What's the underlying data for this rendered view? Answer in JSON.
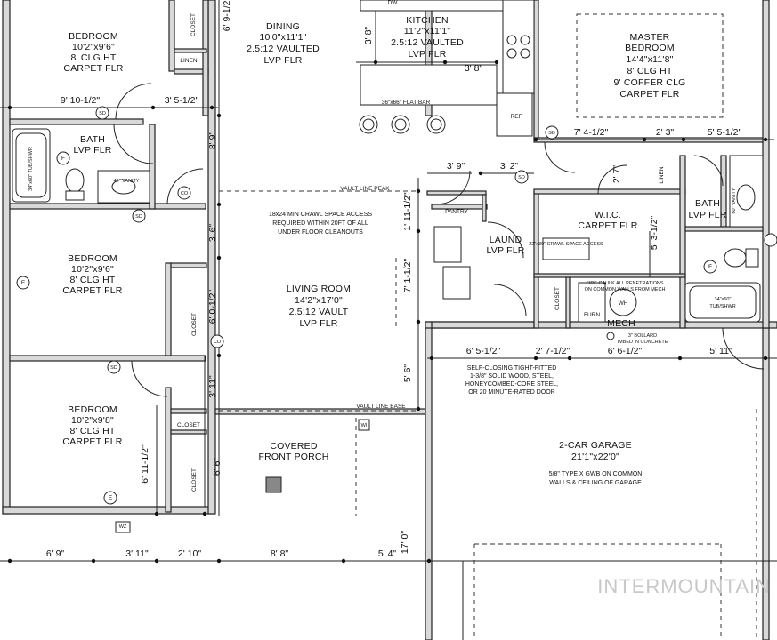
{
  "rooms": {
    "bedroom1": {
      "name": "BEDROOM",
      "size": "10'2\"x9'6\"",
      "line2": "8' CLG HT",
      "floor": "CARPET FLR"
    },
    "bedroom2": {
      "name": "BEDROOM",
      "size": "10'2\"x9'6\"",
      "line2": "8' CLG HT",
      "floor": "CARPET FLR"
    },
    "bedroom3": {
      "name": "BEDROOM",
      "size": "10'2\"x9'8\"",
      "line2": "8' CLG HT",
      "floor": "CARPET FLR"
    },
    "dining": {
      "name": "DINING",
      "size": "10'0\"x11'1\"",
      "line2": "2.5:12 VAULTED",
      "floor": "LVP FLR"
    },
    "kitchen": {
      "name": "KITCHEN",
      "size": "11'2\"x11'1\"",
      "line2": "2.5:12 VAULTED",
      "floor": "LVP FLR"
    },
    "master": {
      "name": "MASTER",
      "name2": "BEDROOM",
      "size": "14'4\"x11'8\"",
      "line2": "8' CLG HT",
      "line3": "9' COFFER CLG",
      "floor": "CARPET FLR"
    },
    "bath1": {
      "name": "BATH",
      "floor": "LVP FLR"
    },
    "bath2": {
      "name": "BATH",
      "floor": "LVP FLR"
    },
    "wic": {
      "name": "W.I.C.",
      "floor": "CARPET FLR"
    },
    "laund": {
      "name": "LAUND",
      "floor": "LVP FLR"
    },
    "living": {
      "name": "LIVING ROOM",
      "size": "14'2\"x17'0\"",
      "line2": "2.5:12 VAULT",
      "floor": "LVP FLR"
    },
    "porch": {
      "name": "COVERED",
      "name2": "FRONT PORCH"
    },
    "garage": {
      "name": "2-CAR GARAGE",
      "size": "21'1\"x22'0\"",
      "note1": "5/8\" TYPE X GWB ON COMMON",
      "note2": "WALLS & CEILING OF GARAGE"
    },
    "mech": {
      "name": "MECH"
    },
    "pantry": {
      "name": "PANTRY"
    }
  },
  "labels": {
    "closet": "CLOSET",
    "linen": "LINEN",
    "ref": "REF",
    "dw": "DW",
    "flat_bar": "36\"x66\" FLAT BAR",
    "vault_peak": "VAULT LINE PEAK",
    "vault_base": "VAULT LINE BASE",
    "crawl1": "18x24 MIN CRAWL SPACE ACCESS",
    "crawl2": "REQUIRED WITHIN 20FT OF ALL",
    "crawl3": "UNDER FLOOR CLEANOUTS",
    "door_note1": "SELF-CLOSING TIGHT-FITTED",
    "door_note2": "1-3/8\" SOLID WOOD, STEEL,",
    "door_note3": "HONEYCOMBED-CORE STEEL,",
    "door_note4": "OR 20 MINUTE-RATED DOOR",
    "fire_note1": "FIRE CAULK ALL PENETRATIONS",
    "fire_note2": "ON COMMON WALLS FROM MECH",
    "bollard1": "3\" BOLLARD",
    "bollard2": "IMBED IN CONCRETE",
    "wic_crawl": "22\"x30\" CRAWL SPACE ACCESS",
    "tub": "34\"x60\" TUB/SHWR",
    "tub2": "34\"x60\"",
    "tub2b": "TUB/SHWR",
    "vanity": "42\" VANITY",
    "vanity2": "60\" VANITY",
    "furn": "FURN",
    "wh": "WH",
    "e": "E",
    "f": "F",
    "sd": "SD",
    "co": "CO",
    "wz": "WZ",
    "wi": "WI",
    "watermark": "INTERMOUNTAIN"
  },
  "dimensions": {
    "d_910": "9' 10-1/2\"",
    "d_35": "3' 5-1/2\"",
    "d_691": "6' 9-1/2\"",
    "d_38a": "3' 8\"",
    "d_38b": "3' 8\"",
    "d_74": "7' 4-1/2\"",
    "d_23": "2' 3\"",
    "d_55": "5' 5-1/2\"",
    "d_39": "3' 9\"",
    "d_32": "3' 2\"",
    "d_27": "2' 7\"",
    "d_89": "8' 9\"",
    "d_36": "3' 6\"",
    "d_60": "6' 0-1/2\"",
    "d_111": "1' 11-1/2\"",
    "d_71": "7' 1-1/2\"",
    "d_531": "5' 3-1/2\"",
    "d_65": "6' 5-1/2\"",
    "d_271": "2' 7-1/2\"",
    "d_66": "6' 6-1/2\"",
    "d_511": "5' 11\"",
    "d_311": "3' 11\"",
    "d_56": "5' 6\"",
    "d_611": "6' 11-1/2\"",
    "d_66b": "6' 6\"",
    "d_69": "6' 9\"",
    "d_3116": "3' 11\"",
    "d_210": "2' 10\"",
    "d_88": "8' 8\"",
    "d_54": "5' 4\"",
    "d_170": "17' 0\""
  }
}
